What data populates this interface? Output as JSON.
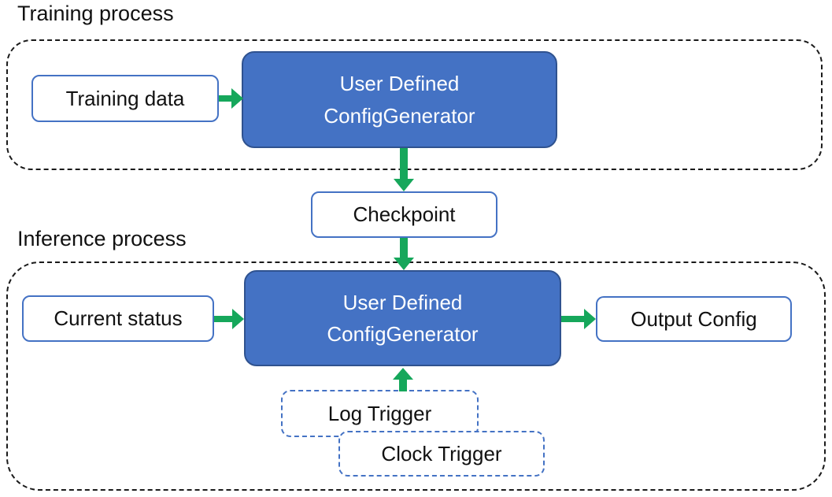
{
  "training": {
    "title": "Training process",
    "input_box": "Training data",
    "generator_box": {
      "line1": "User Defined",
      "line2": "ConfigGenerator"
    }
  },
  "checkpoint": {
    "label": "Checkpoint"
  },
  "inference": {
    "title": "Inference process",
    "input_box": "Current status",
    "generator_box": {
      "line1": "User Defined",
      "line2": "ConfigGenerator"
    },
    "output_box": "Output Config",
    "triggers": [
      "Log Trigger",
      "Clock Trigger"
    ]
  },
  "colors": {
    "generator_fill": "#4472C4",
    "generator_border": "#2F528F",
    "io_box_border": "#4472C4",
    "trigger_border": "#4472C4",
    "arrow_green": "#16A75B",
    "container_dash": "#1a1a1a",
    "text_dark": "#111111",
    "text_light": "#ffffff"
  }
}
